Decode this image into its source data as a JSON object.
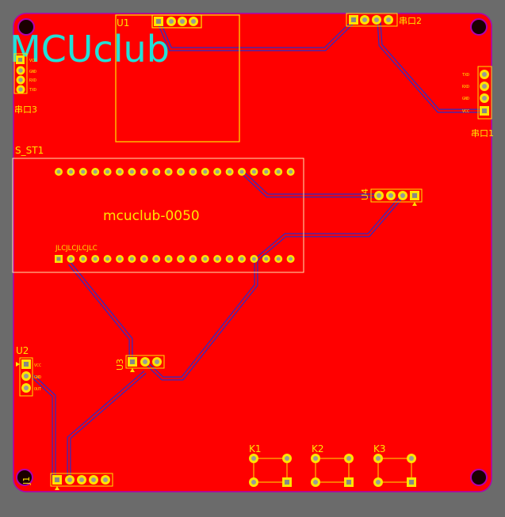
{
  "board": {
    "logo": "MCUclub",
    "title_label": "mcuclub-0050",
    "jlc_text": "JLCJLCJLCJLC"
  },
  "components": {
    "u1": "U1",
    "s_st1": "S_ST1",
    "u2": "U2",
    "u3": "U3",
    "u4": "U4",
    "j1": "J1",
    "k1": "K1",
    "k2": "K2",
    "k3": "K3",
    "port1": "串口1",
    "port2": "串口2",
    "port3": "串口3"
  },
  "pin_labels": {
    "u2": [
      "VCC",
      "GND",
      "OUT"
    ],
    "port3": [
      "VCC",
      "GND",
      "RXD",
      "TXD"
    ],
    "port1": [
      "TXD",
      "RXD",
      "GND",
      "VCC"
    ]
  },
  "colors": {
    "copper": "#ff0000",
    "silkscreen": "#ffe400",
    "trace_outline": "#2c2cc8",
    "board_edge": "#b000b0",
    "background": "#6b6b6b",
    "logo": "#22e0d8"
  }
}
